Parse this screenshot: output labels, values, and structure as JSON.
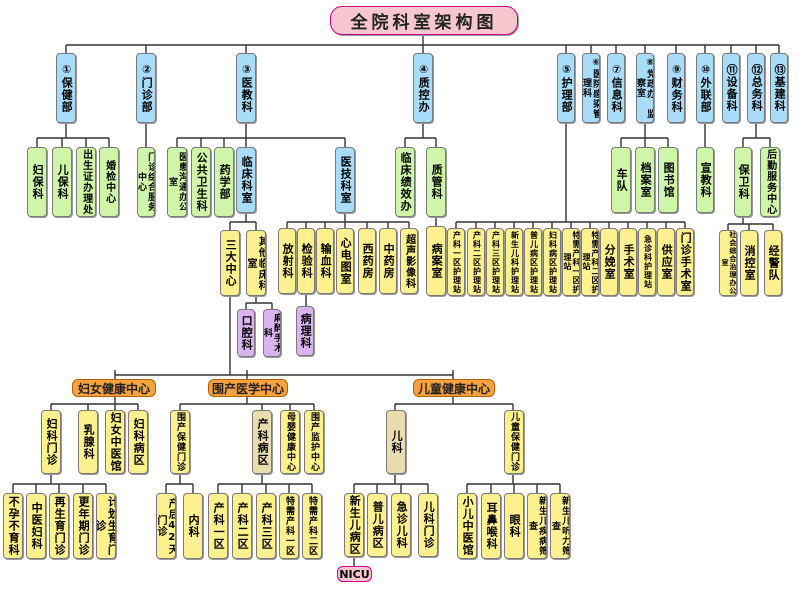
{
  "title": "全院科室架构图",
  "colors": {
    "blue": "#a8dcf8",
    "green": "#cef5a8",
    "yellow": "#fdf08e",
    "tan": "#e9ddb0",
    "purple": "#dab4f0",
    "pink": "#f6c7cf",
    "orange": "#f6a23f",
    "line": "#333333"
  },
  "departments": [
    {
      "label": "①保健部"
    },
    {
      "label": "②门诊部"
    },
    {
      "label": "③医教科"
    },
    {
      "label": "④质控办"
    },
    {
      "label": "⑤护理部"
    },
    {
      "label": "⑥医院感染管理科"
    },
    {
      "label": "⑦信息科"
    },
    {
      "label": "⑧党政办、监察室"
    },
    {
      "label": "⑨财务科"
    },
    {
      "label": "⑩外联部"
    },
    {
      "label": "⑪设备科"
    },
    {
      "label": "⑫总务科"
    },
    {
      "label": "⑬基建科"
    }
  ],
  "baojian_children": [
    "妇保科",
    "儿保科",
    "出生证办理处",
    "婚检中心"
  ],
  "menzhen_children": [
    "门诊综合服务中心"
  ],
  "yijiao_children": [
    "医患沟通办公室",
    "公共卫生科",
    "药学部",
    "临床科室",
    "医技科室"
  ],
  "zhikong_children": [
    "临床绩效办",
    "质管科"
  ],
  "dangzheng_children": [
    "车队",
    "档案室",
    "图书馆"
  ],
  "wailian_children": [
    "宣教科"
  ],
  "zongwu_children": [
    "保卫科",
    "后勤服务中心"
  ],
  "baowei_children": [
    "社会综合治理办公室",
    "消控室",
    "经警队"
  ],
  "clinical_children": [
    "三大中心",
    "其他临床科室"
  ],
  "other_clinical_children": [
    "口腔科",
    "麻醉手术科"
  ],
  "tech_children": [
    "放射科",
    "检验科",
    "输血科",
    "心电图室",
    "西药房",
    "中药房",
    "超声影像科"
  ],
  "tech_sub": [
    "病理科"
  ],
  "quality_children": [
    "病案室"
  ],
  "nursing_children": [
    "产科一区护理站",
    "产科二区护理站",
    "产科三区护理站",
    "新生儿科护理站",
    "普儿病区护理站",
    "妇科病区护理站",
    "特需产科一区护理站",
    "特需产科二区护理站",
    "分娩室",
    "手术室",
    "急诊科护理站",
    "供应室",
    "门诊手术室"
  ],
  "centers": [
    "妇女健康中心",
    "围产医学中心",
    "儿童健康中心"
  ],
  "women_children": [
    "妇科门诊",
    "乳腺科",
    "妇女中医馆",
    "妇科病区"
  ],
  "women_clinic_children": [
    "不孕不育科",
    "中医妇科",
    "再生育门诊",
    "更年期门诊",
    "计划生育门诊"
  ],
  "perinatal_children": [
    "围产保健门诊",
    "产科病区",
    "母婴健康中心",
    "围产监护中心"
  ],
  "perinatal_clinic_children": [
    "产后42天门诊",
    "内科"
  ],
  "obstetric_children": [
    "产科一区",
    "产科二区",
    "产科三区",
    "特需产科一区",
    "特需产科二区"
  ],
  "child_children": [
    "儿科",
    "儿童保健门诊"
  ],
  "pediatric_children": [
    "新生儿病区",
    "普儿病区",
    "急诊儿科",
    "儿科门诊"
  ],
  "child_care_children": [
    "小儿中医馆",
    "耳鼻喉科",
    "眼科",
    "新生儿疾病筛查",
    "新生儿听力筛查"
  ],
  "nicu": "NICU"
}
